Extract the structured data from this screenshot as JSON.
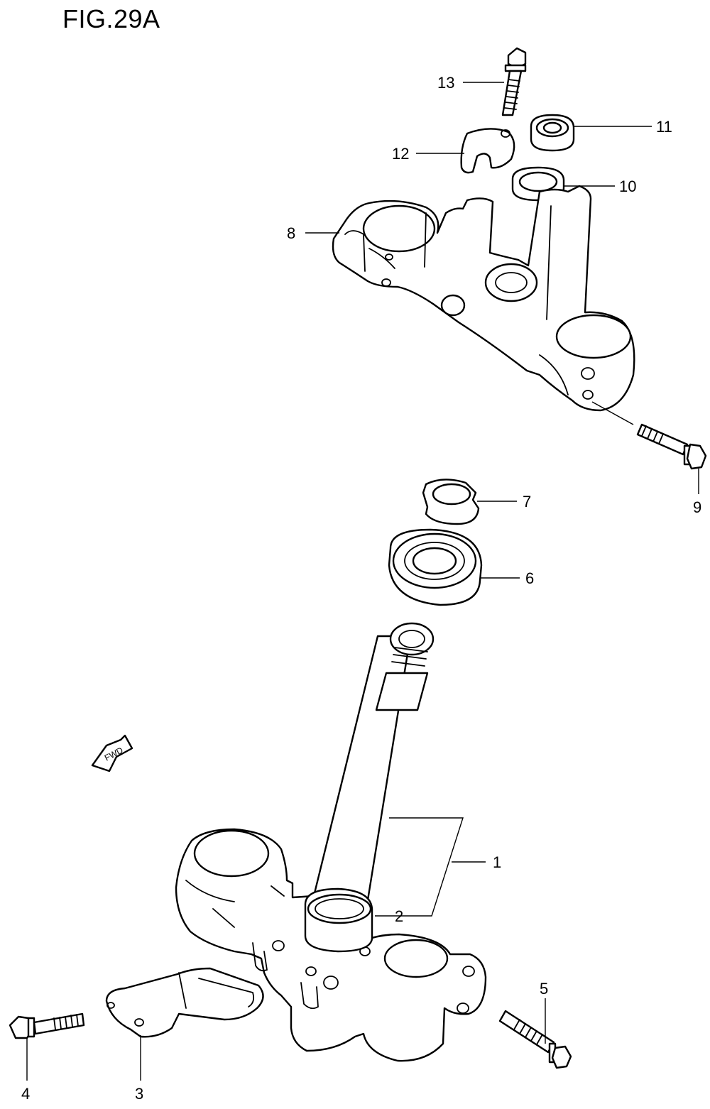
{
  "figure": {
    "title": "FIG.29A"
  },
  "fwd_label": "FWD",
  "parts": [
    {
      "id": "1",
      "label": "1"
    },
    {
      "id": "2",
      "label": "2"
    },
    {
      "id": "3",
      "label": "3"
    },
    {
      "id": "4",
      "label": "4"
    },
    {
      "id": "5",
      "label": "5"
    },
    {
      "id": "6",
      "label": "6"
    },
    {
      "id": "7",
      "label": "7"
    },
    {
      "id": "8",
      "label": "8"
    },
    {
      "id": "9",
      "label": "9"
    },
    {
      "id": "10",
      "label": "10"
    },
    {
      "id": "11",
      "label": "11"
    },
    {
      "id": "12",
      "label": "12"
    },
    {
      "id": "13",
      "label": "13"
    }
  ]
}
